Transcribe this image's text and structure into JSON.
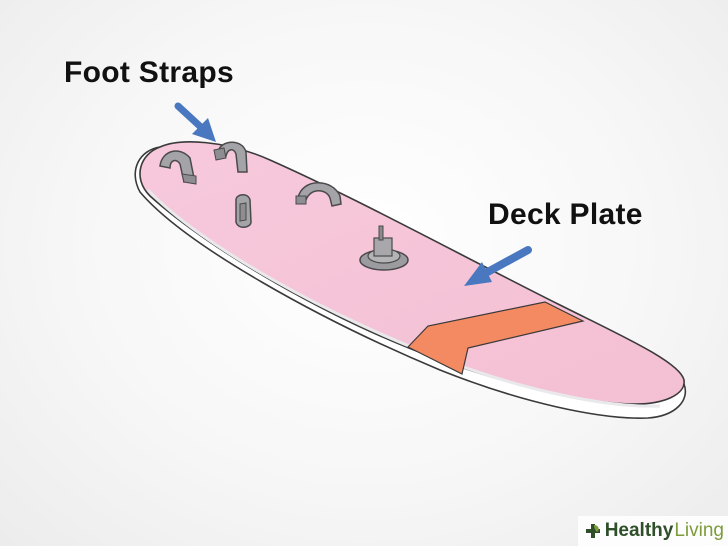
{
  "labels": {
    "foot_straps": "Foot Straps",
    "deck_plate": "Deck Plate"
  },
  "watermark": {
    "word1": "Healthy",
    "word2": "Living"
  },
  "colors": {
    "board_deck": "#f5c3d7",
    "board_rail": "#ffffff",
    "stripe": "#f48a62",
    "arrow": "#4a78c0",
    "hardware": "#a0a0a3"
  },
  "icons": [
    "foot-strap-icon",
    "mast-base-icon",
    "arrow-icon",
    "leaf-icon"
  ]
}
